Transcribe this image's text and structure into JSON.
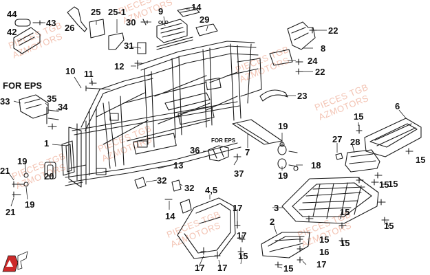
{
  "watermark": {
    "line1": "PIECES TGB",
    "line2": "AZMOTORS",
    "color": "#f3c4b4"
  },
  "notes": {
    "old": "OLD",
    "for_eps_main": "FOR EPS",
    "for_eps_small": "FOR EPS"
  },
  "callouts": [
    "44",
    "43",
    "42",
    "26",
    "25",
    "25-1",
    "30",
    "9",
    "14",
    "29",
    "22",
    "8",
    "24",
    "22",
    "31",
    "12",
    "10",
    "11",
    "23",
    "35",
    "33",
    "34",
    "1",
    "19",
    "36",
    "7",
    "13",
    "6",
    "15",
    "15",
    "27",
    "28",
    "18",
    "19",
    "21",
    "19",
    "32",
    "32",
    "37",
    "15",
    "15",
    "15",
    "21",
    "19",
    "14",
    "4,5",
    "3",
    "15",
    "17",
    "2",
    "17",
    "16",
    "15",
    "17",
    "17",
    "15",
    "17",
    "15",
    "15",
    "20"
  ],
  "colors": {
    "line": "#1a1a1a",
    "logo_red": "#cc2a2a"
  }
}
